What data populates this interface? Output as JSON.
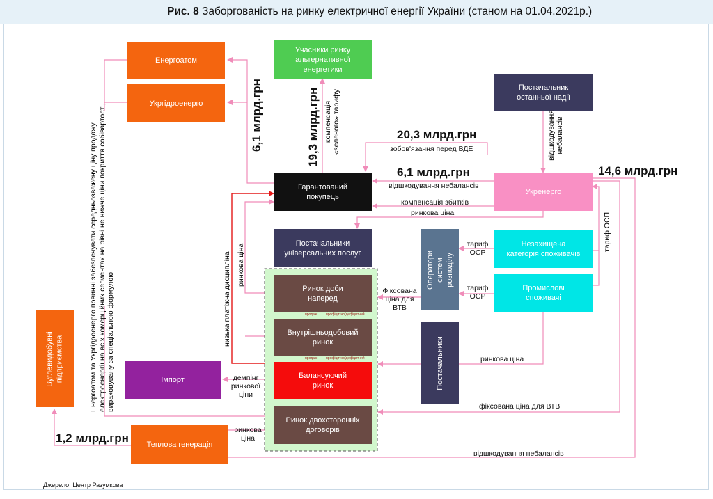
{
  "figure": {
    "title_bold": "Рис. 8",
    "title_rest": " Заборгованість на ринку електричної енергії України (станом на 01.04.2021р.)",
    "source": "Джерело: Центр Разумкова"
  },
  "nodes": {
    "energoatom": "Енергоатом",
    "ukrhydroenergo": "Укргідроенерго",
    "alt_energy": "Учасники ринку альтернативної енергетики",
    "last_resort": "Постачальник останньої надії",
    "guaranteed_buyer": "Гарантований покупець",
    "ukrenergo": "Укренерго",
    "universal_suppliers": "Постачальники універсальних послуг",
    "dso": "Оператори систем розподілу",
    "unprotected_consumers": "Незахищена категорія споживачів",
    "industrial_consumers": "Промислові споживачі",
    "dam": "Ринок доби наперед",
    "idm": "Внутрішньодобовий ринок",
    "balancing": "Балансуючий ринок",
    "bilateral": "Ринок двохсторонніх договорів",
    "suppliers": "Постачальники",
    "import": "Імпорт",
    "coal": "Вуглевидобувні підприємства",
    "thermal": "Теплова генерація"
  },
  "amounts": {
    "energoatom_debt": "6,1 млрд.грн",
    "green_tariff_debt": "19,3 млрд.грн",
    "vde_obligations": "20,3 млрд.грн",
    "imbalance_comp": "6,1 млрд.грн",
    "ukrenergo_debt": "14,6 млрд.грн",
    "coal_debt": "1,2 млрд.грн"
  },
  "labels": {
    "green_tariff": "компенсація «зеленого» тарифу",
    "vde": "зобов'язання перед ВДЕ",
    "imbalance": "відшкодування небалансів",
    "loss_comp": "компенсація збитків",
    "market_price_1": "ринкова ціна",
    "market_price_2": "ринкова ціна",
    "market_price_3": "ринкова ціна",
    "market_price_4": "ринкова ціна",
    "tariff_osr_1": "тариф ОСР",
    "tariff_osr_2": "тариф ОСР",
    "fixed_price": "Фіксована ціна для ВТВ",
    "fixed_price_2": "фіксована ціна для ВТВ",
    "imbalance_2": "відшкодування небалансів",
    "imbalance_3": "відшкодування небалансів",
    "tariff_osp": "тариф ОСП",
    "dumping": "демпінг ринкової ціни",
    "low_discipline": "низька платіжна дисципліна",
    "energoatom_note": "Енергоатом та Укргідроенерго повинні забезпечувати середньозважену ціну продажу електроенергії  на всіх комерційних сегментах на рівні не нижче ціни покриття собівартості, вираховувану за спеціальною формулою",
    "mini_1": "продаж",
    "mini_1b": "профіцитно/дефіцитний",
    "mini_2": "продаж",
    "mini_2b": "профіцитно/дефіцитний"
  },
  "colors": {
    "orange": "#f4650f",
    "green": "#4fcc52",
    "navy": "#3b3a5e",
    "black": "#111111",
    "pink": "#f990c4",
    "slate": "#5a7490",
    "cyan": "#00e6e6",
    "brown": "#6a4a44",
    "red": "#f50c0c",
    "purple": "#93229e",
    "pale_green": "#d2f7cd",
    "arrow_pink": "#f08cb9",
    "arrow_red": "#e41a1a"
  }
}
